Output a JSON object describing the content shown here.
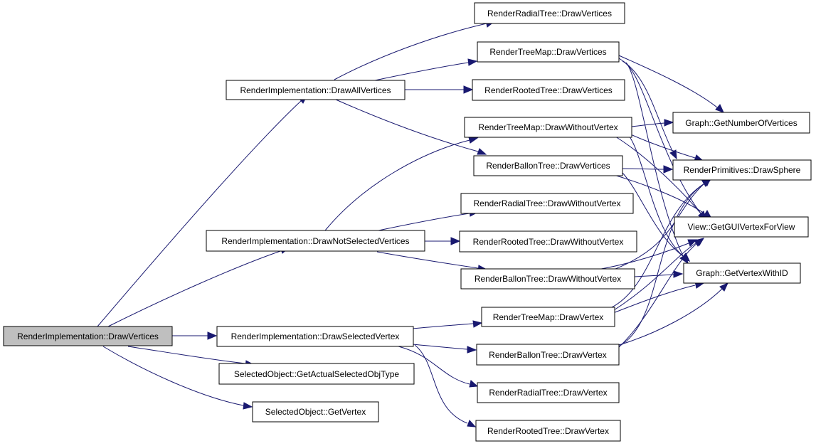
{
  "diagram": {
    "type": "call-graph",
    "colors": {
      "edge": "#191970",
      "root_fill": "#bfbfbf",
      "node_fill": "#ffffff",
      "border": "#000000"
    },
    "nodes": [
      {
        "id": "n0",
        "label": "RenderImplementation::DrawVertices",
        "root": true
      },
      {
        "id": "n1",
        "label": "RenderImplementation::DrawAllVertices"
      },
      {
        "id": "n2",
        "label": "RenderImplementation::DrawNotSelectedVertices"
      },
      {
        "id": "n3",
        "label": "RenderImplementation::DrawSelectedVertex"
      },
      {
        "id": "n4",
        "label": "SelectedObject::GetActualSelectedObjType"
      },
      {
        "id": "n5",
        "label": "SelectedObject::GetVertex"
      },
      {
        "id": "n6",
        "label": "RenderRadialTree::DrawVertices"
      },
      {
        "id": "n7",
        "label": "RenderTreeMap::DrawVertices"
      },
      {
        "id": "n8",
        "label": "RenderRootedTree::DrawVertices"
      },
      {
        "id": "n9",
        "label": "RenderTreeMap::DrawWithoutVertex"
      },
      {
        "id": "n10",
        "label": "RenderBallonTree::DrawVertices"
      },
      {
        "id": "n11",
        "label": "RenderRadialTree::DrawWithoutVertex"
      },
      {
        "id": "n12",
        "label": "RenderRootedTree::DrawWithoutVertex"
      },
      {
        "id": "n13",
        "label": "RenderBallonTree::DrawWithoutVertex"
      },
      {
        "id": "n14",
        "label": "RenderTreeMap::DrawVertex"
      },
      {
        "id": "n15",
        "label": "RenderBallonTree::DrawVertex"
      },
      {
        "id": "n16",
        "label": "RenderRadialTree::DrawVertex"
      },
      {
        "id": "n17",
        "label": "RenderRootedTree::DrawVertex"
      },
      {
        "id": "n18",
        "label": "Graph::GetNumberOfVertices"
      },
      {
        "id": "n19",
        "label": "RenderPrimitives::DrawSphere"
      },
      {
        "id": "n20",
        "label": "View::GetGUIVertexForView"
      },
      {
        "id": "n21",
        "label": "Graph::GetVertexWithID"
      }
    ],
    "edges": [
      {
        "from": "n0",
        "to": "n1"
      },
      {
        "from": "n0",
        "to": "n2"
      },
      {
        "from": "n0",
        "to": "n3"
      },
      {
        "from": "n0",
        "to": "n4"
      },
      {
        "from": "n0",
        "to": "n5"
      },
      {
        "from": "n1",
        "to": "n6"
      },
      {
        "from": "n1",
        "to": "n7"
      },
      {
        "from": "n1",
        "to": "n8"
      },
      {
        "from": "n1",
        "to": "n10"
      },
      {
        "from": "n2",
        "to": "n9"
      },
      {
        "from": "n2",
        "to": "n11"
      },
      {
        "from": "n2",
        "to": "n12"
      },
      {
        "from": "n2",
        "to": "n13"
      },
      {
        "from": "n3",
        "to": "n14"
      },
      {
        "from": "n3",
        "to": "n15"
      },
      {
        "from": "n3",
        "to": "n16"
      },
      {
        "from": "n3",
        "to": "n17"
      },
      {
        "from": "n7",
        "to": "n18"
      },
      {
        "from": "n7",
        "to": "n19"
      },
      {
        "from": "n7",
        "to": "n20"
      },
      {
        "from": "n7",
        "to": "n21"
      },
      {
        "from": "n9",
        "to": "n18"
      },
      {
        "from": "n9",
        "to": "n19"
      },
      {
        "from": "n9",
        "to": "n20"
      },
      {
        "from": "n9",
        "to": "n21"
      },
      {
        "from": "n10",
        "to": "n19"
      },
      {
        "from": "n10",
        "to": "n20"
      },
      {
        "from": "n10",
        "to": "n21"
      },
      {
        "from": "n13",
        "to": "n19"
      },
      {
        "from": "n13",
        "to": "n20"
      },
      {
        "from": "n13",
        "to": "n21"
      },
      {
        "from": "n14",
        "to": "n19"
      },
      {
        "from": "n14",
        "to": "n20"
      },
      {
        "from": "n14",
        "to": "n21"
      },
      {
        "from": "n15",
        "to": "n19"
      },
      {
        "from": "n15",
        "to": "n20"
      },
      {
        "from": "n15",
        "to": "n21"
      }
    ]
  }
}
